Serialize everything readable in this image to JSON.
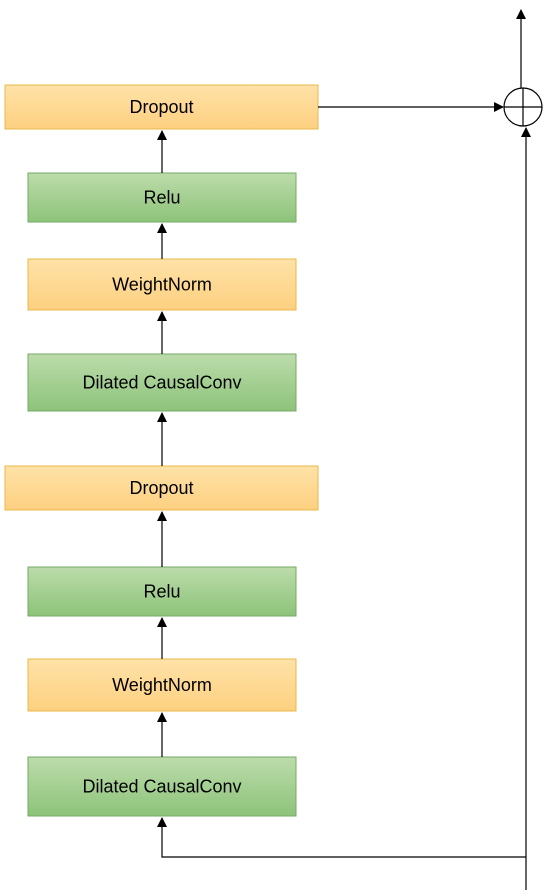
{
  "diagram": {
    "blocks": [
      {
        "label": "Dropout",
        "kind": "dropout"
      },
      {
        "label": "Relu",
        "kind": "relu"
      },
      {
        "label": "WeightNorm",
        "kind": "weightnorm"
      },
      {
        "label": "Dilated CausalConv",
        "kind": "conv"
      },
      {
        "label": "Dropout",
        "kind": "dropout"
      },
      {
        "label": "Relu",
        "kind": "relu"
      },
      {
        "label": "WeightNorm",
        "kind": "weightnorm"
      },
      {
        "label": "Dilated CausalConv",
        "kind": "conv"
      }
    ],
    "sum_node_symbol": "⊕",
    "colors": {
      "orange_fill_top": "#fee2a8",
      "orange_fill_bottom": "#fdd080",
      "orange_stroke": "#e8b84a",
      "green_fill_top": "#bcdcab",
      "green_fill_bottom": "#8dc37a",
      "green_stroke": "#76aa66",
      "line": "#000000"
    }
  }
}
